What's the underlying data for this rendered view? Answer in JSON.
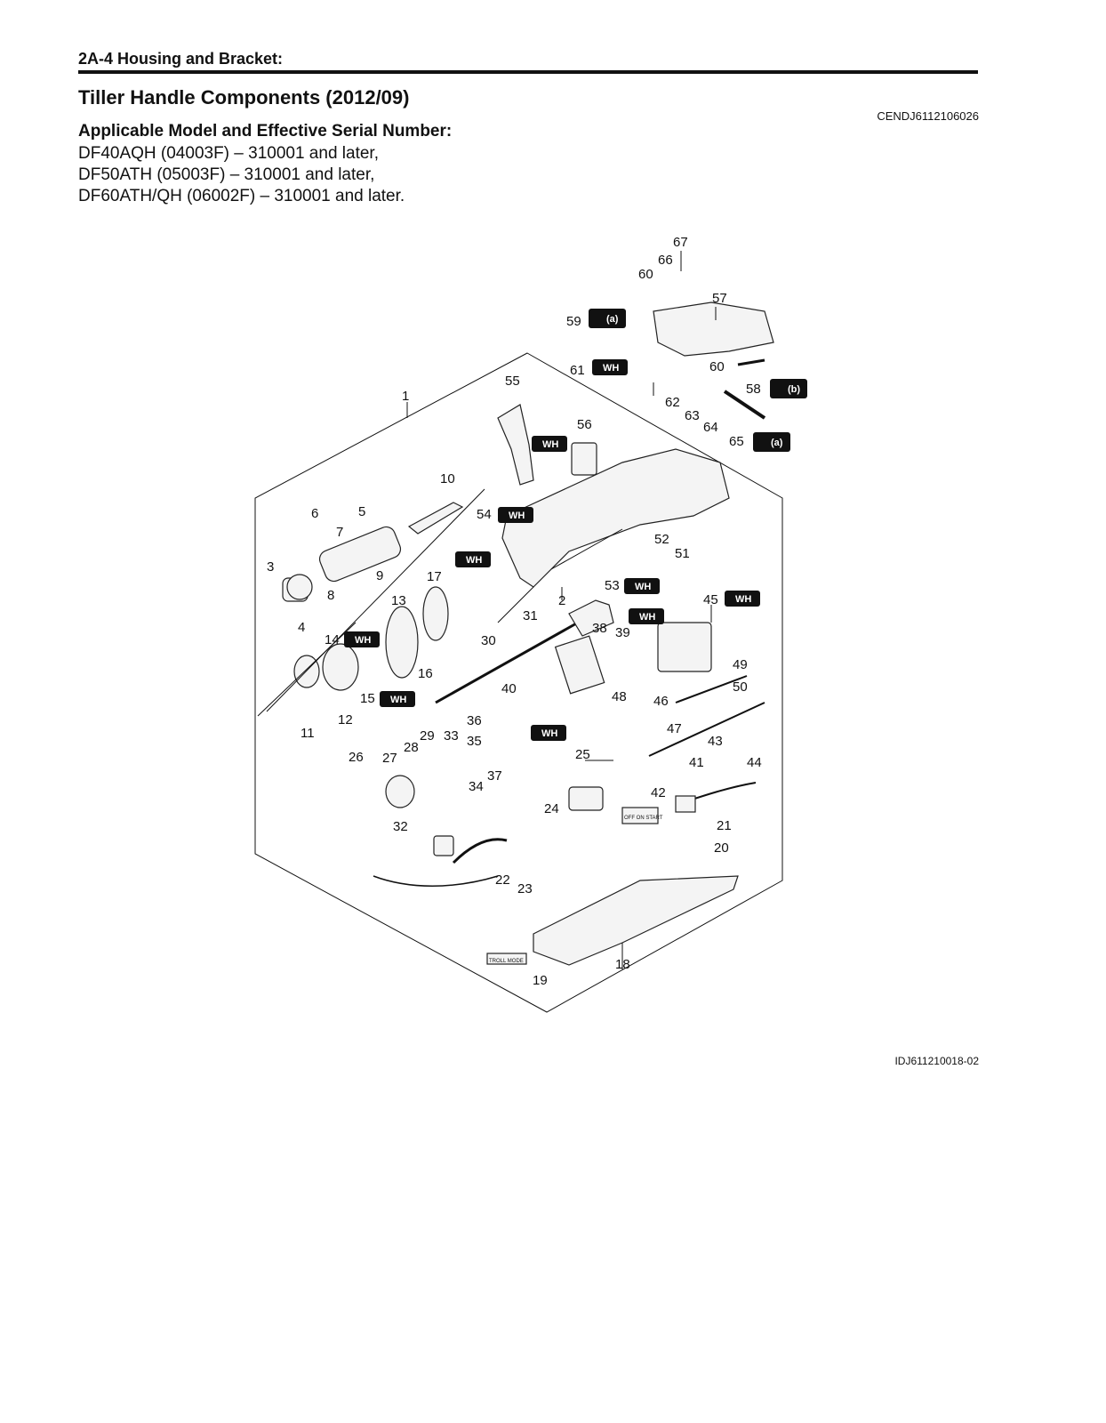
{
  "header": {
    "section": "2A-4  Housing and Bracket:"
  },
  "title": "Tiller Handle Components (2012/09)",
  "doc_code": "CENDJ6112106026",
  "applicable_heading": "Applicable Model and Effective Serial Number:",
  "models": [
    "DF40AQH (04003F) – 310001 and later,",
    "DF50ATH (05003F) – 310001 and later,",
    "DF60ATH/QH (06002F) – 310001 and later."
  ],
  "figure_code": "IDJ611210018-02",
  "icons": {
    "grease": "grease-wh-icon",
    "torque": "torque-wrench-icon",
    "grease_text": "WH",
    "torque_a": "(a)",
    "torque_b": "(b)"
  },
  "diagram": {
    "part_numbers": [
      "1",
      "2",
      "3",
      "4",
      "5",
      "6",
      "7",
      "8",
      "9",
      "10",
      "11",
      "12",
      "13",
      "14",
      "15",
      "16",
      "17",
      "18",
      "19",
      "20",
      "21",
      "22",
      "23",
      "24",
      "25",
      "26",
      "27",
      "28",
      "29",
      "30",
      "31",
      "32",
      "33",
      "34",
      "35",
      "36",
      "37",
      "38",
      "39",
      "40",
      "41",
      "42",
      "43",
      "44",
      "45",
      "46",
      "47",
      "48",
      "49",
      "50",
      "51",
      "52",
      "53",
      "54",
      "55",
      "56",
      "57",
      "58",
      "59",
      "60",
      "60",
      "61",
      "62",
      "63",
      "64",
      "65",
      "66",
      "67"
    ],
    "plate_text": [
      "TROLL MODE",
      "OFF ON START"
    ]
  }
}
